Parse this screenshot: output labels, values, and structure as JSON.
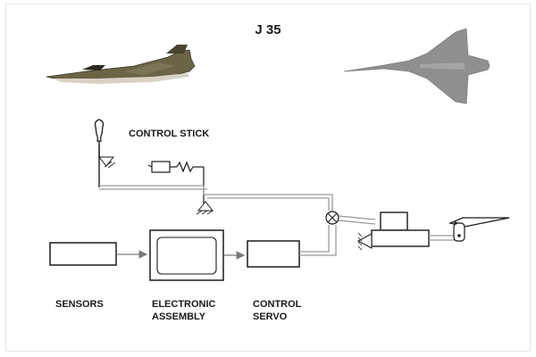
{
  "title": "J 35",
  "labels": {
    "control_stick": "CONTROL STICK",
    "sensors": "SENSORS",
    "electronic_1": "ELECTRONIC",
    "electronic_2": "ASSEMBLY",
    "control_1": "CONTROL",
    "control_2": "SERVO"
  },
  "watermark": "",
  "colors": {
    "outline": "#1a1a1a",
    "pipe": "#9a9a9a",
    "aircraft_top": "#8f8f8f",
    "aircraft_side_body": "#6b6446",
    "aircraft_side_belly": "#d8d2c4"
  }
}
